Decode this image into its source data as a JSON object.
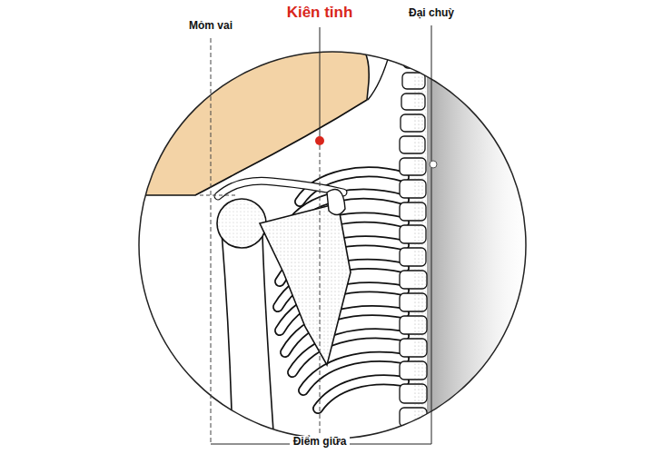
{
  "diagram": {
    "labels": [
      "Mỏm vai",
      "Kiên tỉnh",
      "Đại chuỳ",
      "Điểm giữa"
    ]
  }
}
